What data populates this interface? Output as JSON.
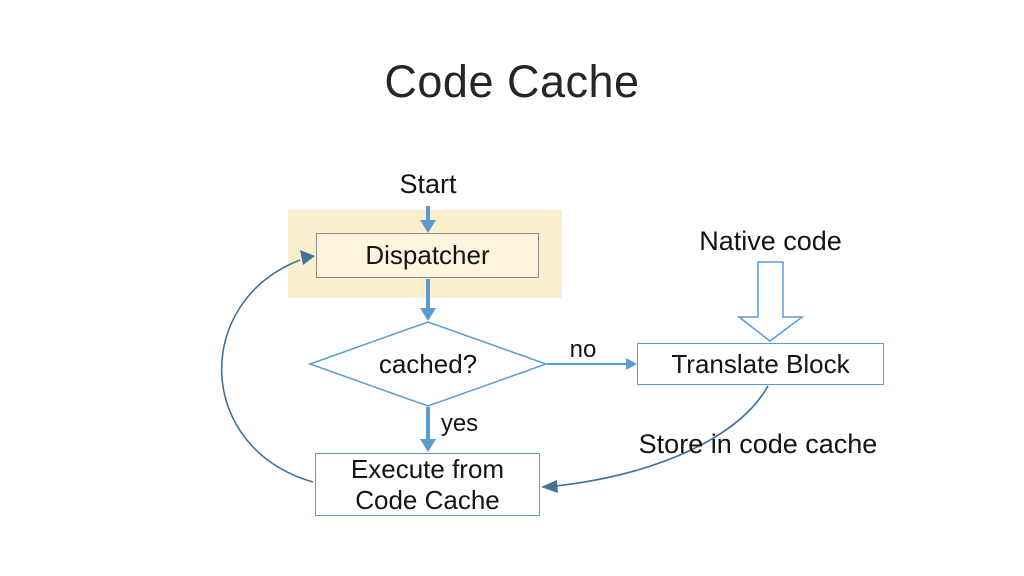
{
  "slide": {
    "title": "Code Cache"
  },
  "nodes": {
    "start_label": "Start",
    "dispatcher_label": "Dispatcher",
    "decision_label": "cached?",
    "translate_label": "Translate Block",
    "execute_label": "Execute from\nCode Cache"
  },
  "edge_labels": {
    "no_label": "no",
    "yes_label": "yes",
    "native_code_label": "Native code",
    "store_label": "Store in code cache"
  },
  "icons": {
    "native_code_block_arrow": "down-block-arrow-icon"
  },
  "colors": {
    "accent_blue": "#5B9BD5",
    "connector_blue": "#41719C",
    "highlight_fill": "#FBEFCD",
    "dispatcher_fill": "#FDF4DE",
    "dispatcher_border": "#8C8C84",
    "text": "#141414",
    "title_text": "#262626",
    "background": "#FFFFFF"
  }
}
